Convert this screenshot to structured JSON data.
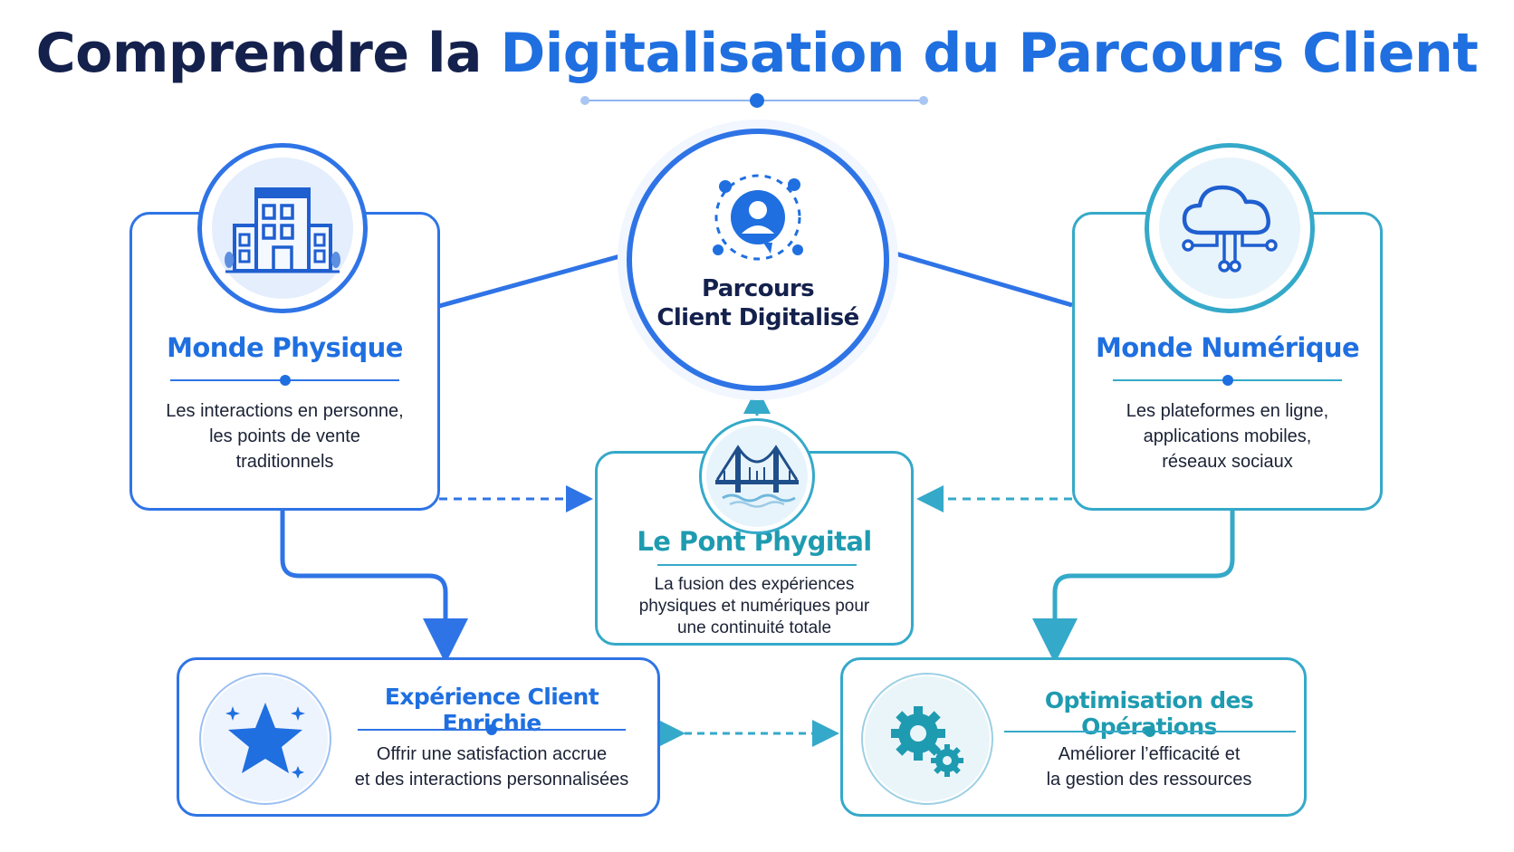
{
  "title": {
    "part1": "Comprendre la",
    "part2": "Digitalisation du Parcours Client"
  },
  "center": {
    "label": "Parcours\nClient Digitalisé",
    "icon": "customer-journey-icon"
  },
  "nodes": {
    "physique": {
      "title": "Monde Physique",
      "desc": "Les interactions en personne,\nles points de vente\ntraditionnels",
      "icon": "building-icon"
    },
    "numerique": {
      "title": "Monde Numérique",
      "desc": "Les plateformes en ligne,\napplications mobiles,\nréseaux sociaux",
      "icon": "cloud-network-icon"
    },
    "pont": {
      "title": "Le Pont Phygital",
      "desc": "La fusion des expériences\nphysiques et numériques pour\nune continuité totale",
      "icon": "bridge-icon"
    },
    "experience": {
      "title": "Expérience Client Enrichie",
      "desc": "Offrir une satisfaction accrue\net des interactions personnalisées",
      "icon": "star-icon"
    },
    "optimisation": {
      "title": "Optimisation des Opérations",
      "desc": "Améliorer l’efficacité et\nla gestion des ressources",
      "icon": "gears-icon"
    }
  },
  "colors": {
    "navy": "#14214d",
    "blue": "#1f6fe0",
    "box_blue": "#2f74e6",
    "teal": "#35a9c9",
    "teal_text": "#1e9bb0"
  }
}
